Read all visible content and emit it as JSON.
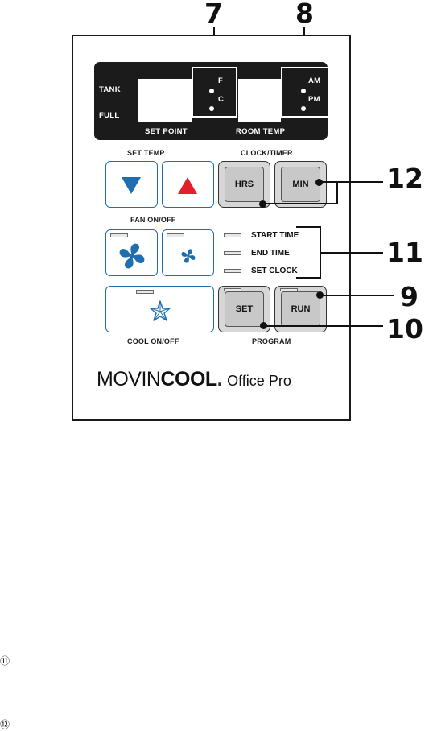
{
  "callouts": {
    "c7": "7",
    "c8": "8",
    "c9": "9",
    "c10": "10",
    "c11": "11",
    "c12": "12"
  },
  "display": {
    "tank": "TANK",
    "full": "FULL",
    "unit_f": "F",
    "unit_c": "C",
    "am": "AM",
    "pm": "PM",
    "set_point": "SET POINT",
    "room_temp": "ROOM TEMP"
  },
  "labels": {
    "set_temp": "SET TEMP",
    "clock_timer": "CLOCK/TIMER",
    "fan_on_off": "FAN ON/OFF",
    "cool_on_off": "COOL ON/OFF",
    "program": "PROGRAM"
  },
  "buttons": {
    "hrs": "HRS",
    "min": "MIN",
    "set": "SET",
    "run": "RUN"
  },
  "indicators": [
    "START TIME",
    "END TIME",
    "SET CLOCK"
  ],
  "logo": {
    "movin": "MOVIN",
    "cool": "COOL",
    "dot": ".",
    "product": "Office Pro"
  },
  "footnotes": {
    "n11": "⑪",
    "n12": "⑫"
  },
  "colors": {
    "arrow_down": "#1f6fb0",
    "arrow_up": "#e0202a",
    "key_border": "#1f6fb0"
  }
}
